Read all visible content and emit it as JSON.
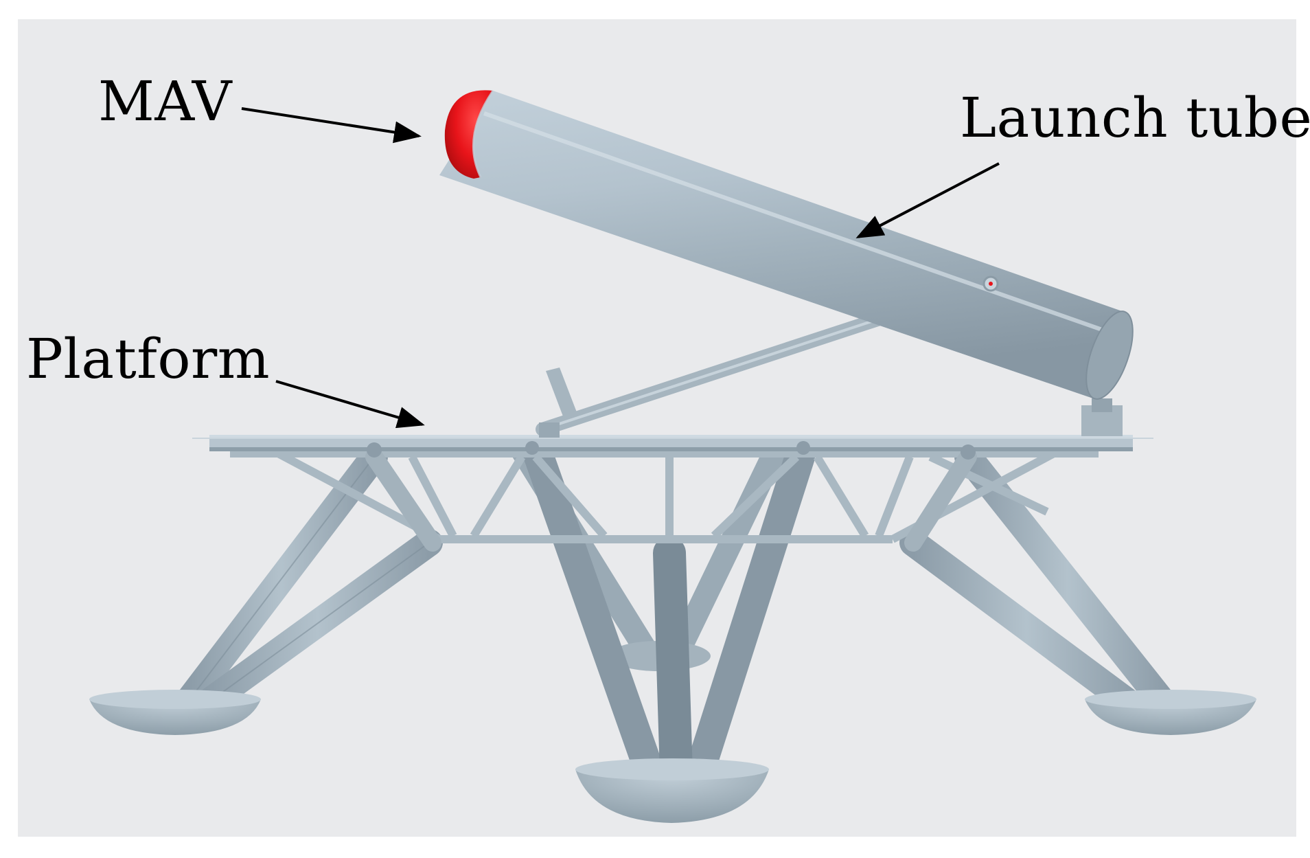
{
  "labels": {
    "mav": "MAV",
    "launch_tube": "Launch tube",
    "platform": "Platform"
  },
  "colors": {
    "background": "#e9eaec",
    "structure": "#a9b8c2",
    "structure_dark": "#7f919d",
    "structure_light": "#c6d3dc",
    "mav_nose": "#e8141a",
    "arrow": "#000000"
  }
}
